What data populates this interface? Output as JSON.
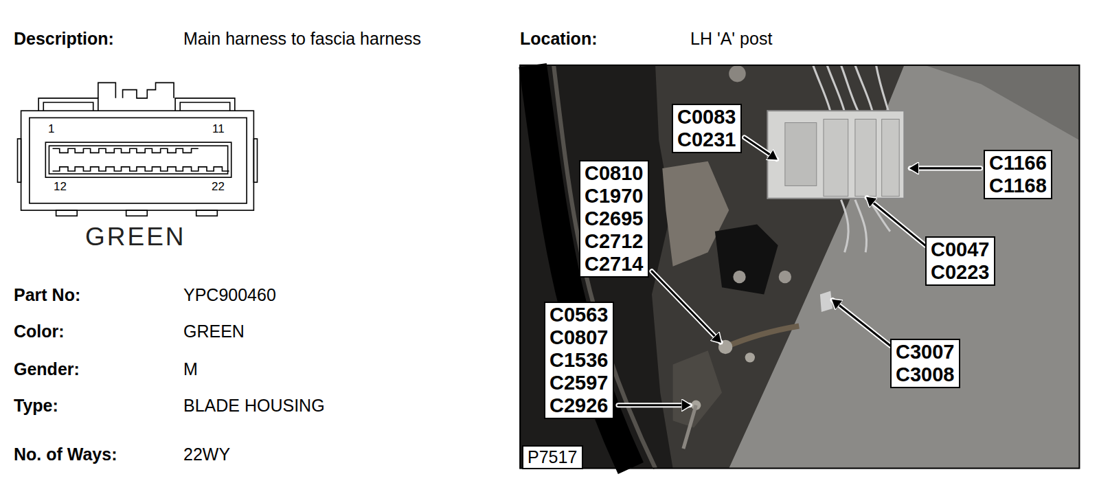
{
  "diagram": {
    "nodes": [
      {
        "text": [
          "C0083 C0231"
        ]
      },
      {
        "text": [
          "C1166 C1168"
        ]
      },
      {
        "text": [
          "C0810 C1970 C2695 C2712 C2714"
        ]
      },
      {
        "text": [
          "C0047 C0223"
        ]
      },
      {
        "text": [
          "C0563 C0807 C1536 C2597 C2926"
        ]
      },
      {
        "text": [
          "C3007 C3008"
        ]
      },
      {
        "text": [
          "P7517"
        ]
      }
    ],
    "labels": [
      "Description:",
      "Main harness to fascia harness",
      "Location:",
      "LH 'A' post",
      "1",
      "11",
      "12",
      "22",
      "GREEN",
      "Part No:",
      "YPC900460",
      "Color:",
      "GREEN",
      "Gender:",
      "M",
      "Type:",
      "BLADE HOUSING",
      "No. of Ways:",
      "22WY"
    ]
  }
}
